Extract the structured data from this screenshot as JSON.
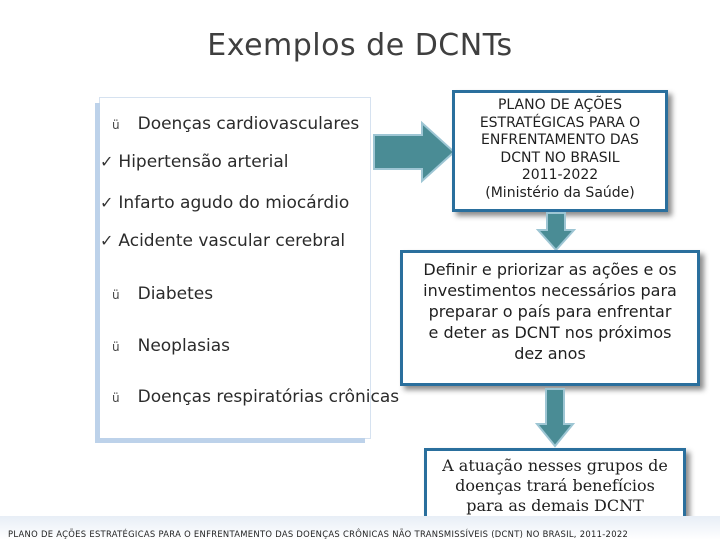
{
  "title": "Exemplos de DCNTs",
  "left_list": {
    "cardio": "Doenças cardiovasculares",
    "sub": [
      "Hipertensão arterial",
      "Infarto agudo do miocárdio",
      "Acidente vascular cerebral"
    ],
    "items": [
      "Diabetes",
      "Neoplasias",
      "Doenças respiratórias crônicas"
    ],
    "small_check": "ü",
    "sub_check": "✓"
  },
  "box1": {
    "lines": [
      "PLANO DE AÇÕES",
      "ESTRATÉGICAS PARA O",
      "ENFRENTAMENTO DAS",
      "DCNT NO BRASIL",
      "2011-2022",
      "(Ministério da Saúde)"
    ]
  },
  "box2": {
    "lines": [
      "Definir e priorizar as ações e os",
      "investimentos necessários para",
      "preparar o país para enfrentar",
      "e deter as DCNT nos próximos",
      "dez anos"
    ]
  },
  "box3": {
    "lines": [
      "A atuação nesses grupos de",
      "doenças trará benefícios",
      "para as demais DCNT"
    ]
  },
  "footer": "PLANO DE AÇÕES ESTRATÉGICAS PARA O ENFRENTAMENTO DAS DOENÇAS CRÔNICAS NÃO TRANSMISSÍVEIS (DCNT) NO BRASIL, 2011-2022",
  "colors": {
    "arrow": "#4a8c95",
    "box_border": "#2a6f9d",
    "shadow_blue": "#bdd2ea"
  }
}
